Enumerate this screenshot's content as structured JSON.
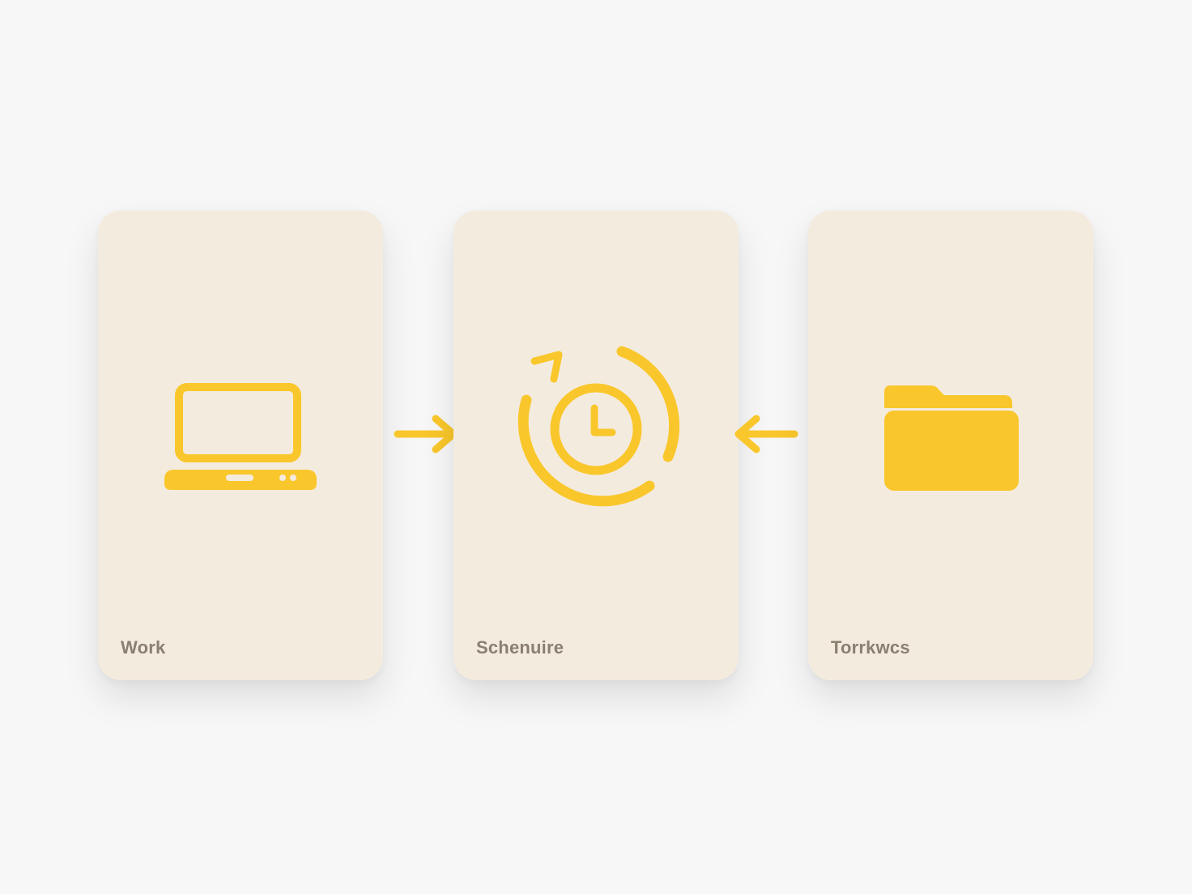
{
  "colors": {
    "accent": "#f9c72b",
    "card": "#f4ebdf",
    "label": "#8a7f71",
    "background": "#f7f7f7"
  },
  "cards": [
    {
      "label": "Work",
      "icon": "laptop-icon"
    },
    {
      "label": "Schenuire",
      "icon": "clock-refresh-icon"
    },
    {
      "label": "Torrkwcs",
      "icon": "folder-icon"
    }
  ],
  "arrows": [
    {
      "direction": "right",
      "icon": "arrow-right-icon"
    },
    {
      "direction": "left",
      "icon": "arrow-left-icon"
    }
  ]
}
